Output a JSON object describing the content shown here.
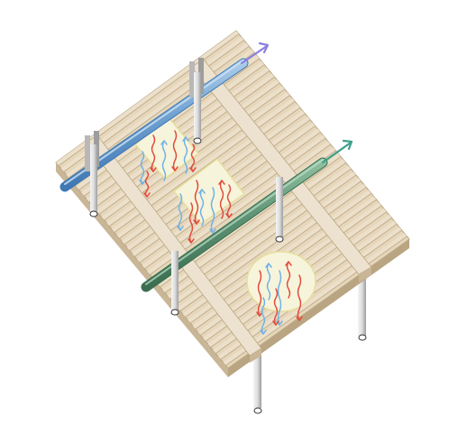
{
  "diagram": {
    "title": "",
    "labels": [],
    "colors": {
      "background": "#ffffff",
      "slat_light": "#ece0cb",
      "slat_dark": "#d6c4a4",
      "slat_edge": "#b9a582",
      "beam_light": "#ece2cf",
      "beam_dark": "#c9b697",
      "supply_duct": "#6d9fd0",
      "supply_duct_highlight": "#a9cbe9",
      "return_duct": "#5c9273",
      "return_duct_highlight": "#8fbf9f",
      "exhaust_arrow_blue": "#8a7fe0",
      "exhaust_arrow_green": "#3fa08a",
      "warm_air": "#e24b3c",
      "cool_air": "#6fb3e6",
      "column": "#e0e0e0",
      "column_shadow": "#9d9d9d",
      "opening_fill": "#f7f4dc",
      "opening_edge": "#e6df9c"
    },
    "components": [
      {
        "name": "louvered-ceiling",
        "icon": "slats"
      },
      {
        "name": "supply-air-duct",
        "icon": "pipe-blue"
      },
      {
        "name": "return-air-duct",
        "icon": "pipe-green"
      },
      {
        "name": "ceiling-opening-rectangular",
        "count": 2
      },
      {
        "name": "ceiling-opening-circular",
        "count": 1
      },
      {
        "name": "support-column",
        "count": 6
      },
      {
        "name": "airflow-arrows",
        "types": [
          "warm-air",
          "cool-air"
        ]
      }
    ]
  }
}
